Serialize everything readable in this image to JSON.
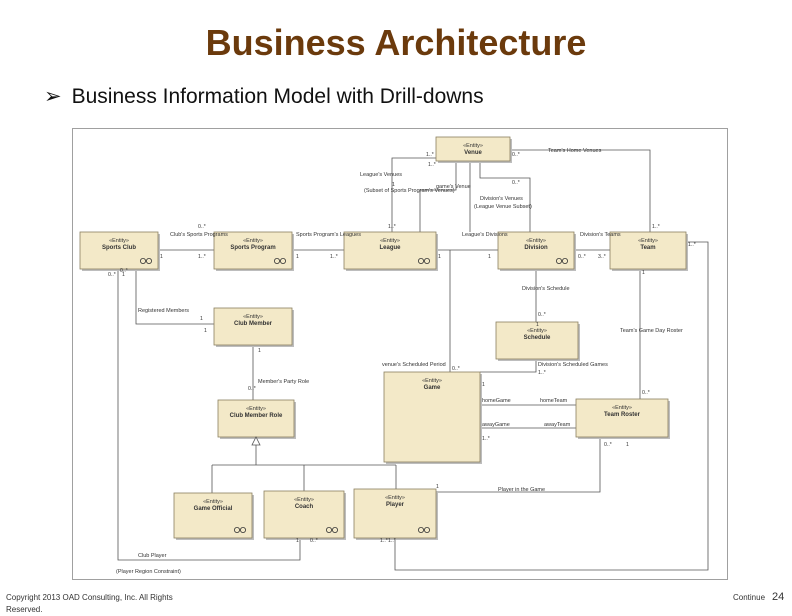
{
  "slide": {
    "title": "Business Architecture",
    "bullet": "Business Information Model with Drill-downs",
    "footer_left": "Copyright 2013 OAD Consulting, Inc. All Rights Reserved.",
    "footer_right": "Continue",
    "page_number": "24"
  },
  "entities": [
    {
      "id": "venue",
      "stereotype": "«Entity»",
      "name": "Venue",
      "linked": false
    },
    {
      "id": "sports-club",
      "stereotype": "«Entity»",
      "name": "Sports Club",
      "linked": true
    },
    {
      "id": "sports-program",
      "stereotype": "«Entity»",
      "name": "Sports Program",
      "linked": true
    },
    {
      "id": "league",
      "stereotype": "«Entity»",
      "name": "League",
      "linked": true
    },
    {
      "id": "division",
      "stereotype": "«Entity»",
      "name": "Division",
      "linked": true
    },
    {
      "id": "team",
      "stereotype": "«Entity»",
      "name": "Team",
      "linked": false
    },
    {
      "id": "club-member",
      "stereotype": "«Entity»",
      "name": "Club Member",
      "linked": false
    },
    {
      "id": "schedule",
      "stereotype": "«Entity»",
      "name": "Schedule",
      "linked": false
    },
    {
      "id": "game",
      "stereotype": "«Entity»",
      "name": "Game",
      "linked": false
    },
    {
      "id": "club-member-role",
      "stereotype": "«Entity»",
      "name": "Club Member Role",
      "linked": false
    },
    {
      "id": "team-roster",
      "stereotype": "«Entity»",
      "name": "Team Roster",
      "linked": false
    },
    {
      "id": "game-official",
      "stereotype": "«Entity»",
      "name": "Game Official",
      "linked": true
    },
    {
      "id": "coach",
      "stereotype": "«Entity»",
      "name": "Coach",
      "linked": true
    },
    {
      "id": "player",
      "stereotype": "«Entity»",
      "name": "Player",
      "linked": true
    }
  ],
  "labels": [
    "Team's Home Venues",
    "League's Venues",
    "Division's Venues",
    "(League Venue Subset)",
    "(Subset of Sports Program's Venues)",
    "game's Venue",
    "Club's Sports Programs",
    "Sports Program's Leagues",
    "League's Divisions",
    "Division's Teams",
    "Registered Members",
    "Division's Schedule",
    "Team's Game Day Roster",
    "venue's Scheduled Period",
    "Division's Scheduled Games",
    "Member's Party Role",
    "homeGame",
    "homeTeam",
    "awayGame",
    "awayTeam",
    "Player in the Game",
    "Club Player",
    "(Player Region Constraint)"
  ],
  "multiplicities": [
    "1..*",
    "0..*",
    "1",
    "0..*",
    "1..*",
    "1..*",
    "0..*",
    "1",
    "1..*",
    "1",
    "1..*",
    "1",
    "1",
    "3..*",
    "0..*",
    "1..*",
    "1..*",
    "0..*",
    "1",
    "1",
    "1",
    "0..*",
    "1",
    "1",
    "0..*",
    "0..*",
    "1..*",
    "1",
    "1",
    "0..*",
    "1..*",
    "1",
    "0..*",
    "1",
    "1..*",
    "1",
    "0..*",
    "1..*",
    "0..*"
  ]
}
